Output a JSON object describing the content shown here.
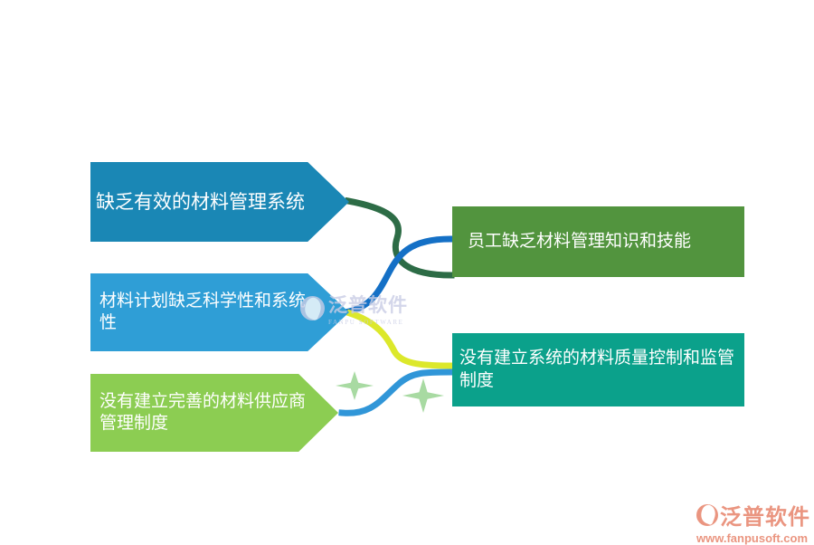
{
  "background": "#ffffff",
  "diagram": {
    "left_arrows": [
      {
        "label": "缺乏有效的材料管理系统",
        "color": "#1a87b5"
      },
      {
        "label": "材料计划缺乏科学性和系统性",
        "color": "#2f9ed6"
      },
      {
        "label": "没有建立完善的材料供应商管理制度",
        "color": "#8ccd52"
      }
    ],
    "right_boxes": [
      {
        "label": "员工缺乏材料管理知识和技能",
        "color": "#52943e"
      },
      {
        "label": "没有建立系统的材料质量控制和监管制度",
        "color": "#0ba18b"
      }
    ],
    "connectors": [
      {
        "from": "缺乏有效的材料管理系统",
        "to": "员工缺乏材料管理知识和技能",
        "color": "#2d6c46"
      },
      {
        "from": "材料计划缺乏科学性和系统性",
        "to": "员工缺乏材料管理知识和技能",
        "color": "#1470c6"
      },
      {
        "from": "材料计划缺乏科学性和系统性",
        "to": "没有建立系统的材料质量控制和监管制度",
        "color": "#dce82b"
      },
      {
        "from": "没有建立完善的材料供应商管理制度",
        "to": "没有建立系统的材料质量控制和监管制度",
        "color": "#3096d8"
      }
    ],
    "sparkle_color": "#a8daa2"
  },
  "watermarks": {
    "center": {
      "brand": "泛普软件",
      "subtitle": "FANPU SOFTWARE",
      "color": "#c9cde5"
    },
    "corner": {
      "brand": "泛普软件",
      "url": "www.fanpusoft.com",
      "color": "#e7836a"
    }
  }
}
